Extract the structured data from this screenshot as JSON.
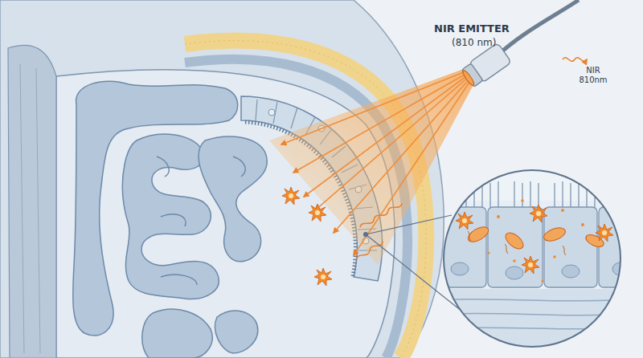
{
  "diagram": {
    "labels": [
      "NIR EMITTER",
      "(810 nm)",
      "NIR 810nm"
    ]
  }
}
